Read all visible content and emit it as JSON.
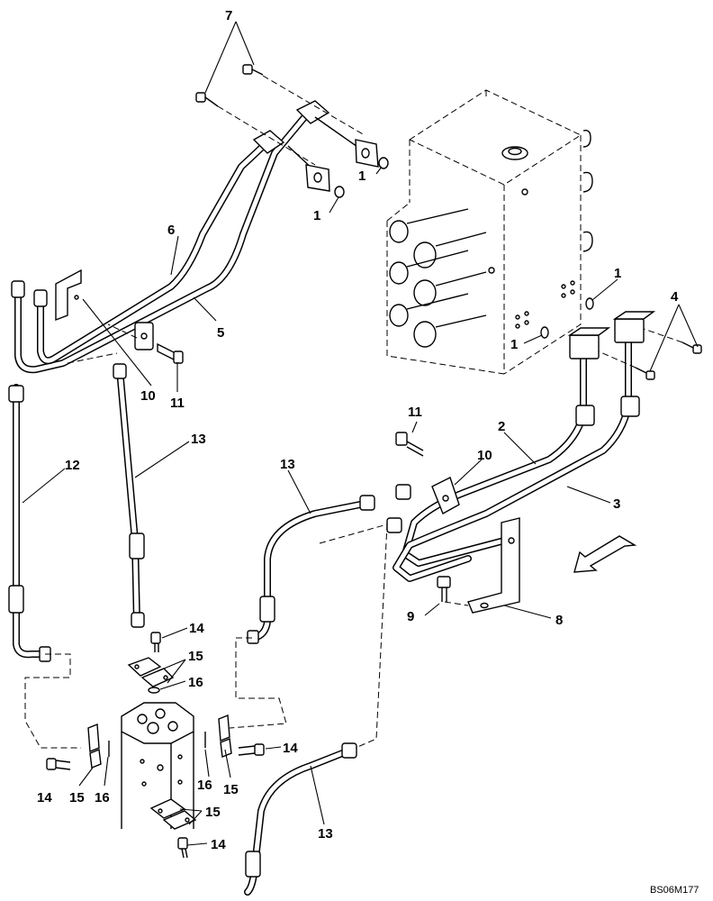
{
  "drawing_code": "BS06M177",
  "callouts": {
    "c1a": "1",
    "c1b": "1",
    "c1c": "1",
    "c1d": "1",
    "c2": "2",
    "c3": "3",
    "c4": "4",
    "c5": "5",
    "c6": "6",
    "c7": "7",
    "c8": "8",
    "c9": "9",
    "c10a": "10",
    "c10b": "10",
    "c11a": "11",
    "c11b": "11",
    "c12": "12",
    "c13a": "13",
    "c13b": "13",
    "c13c": "13",
    "c14a": "14",
    "c14b": "14",
    "c14c": "14",
    "c14d": "14",
    "c15a": "15",
    "c15b": "15",
    "c15c": "15",
    "c15d": "15",
    "c16a": "16",
    "c16b": "16",
    "c16c": "16"
  }
}
